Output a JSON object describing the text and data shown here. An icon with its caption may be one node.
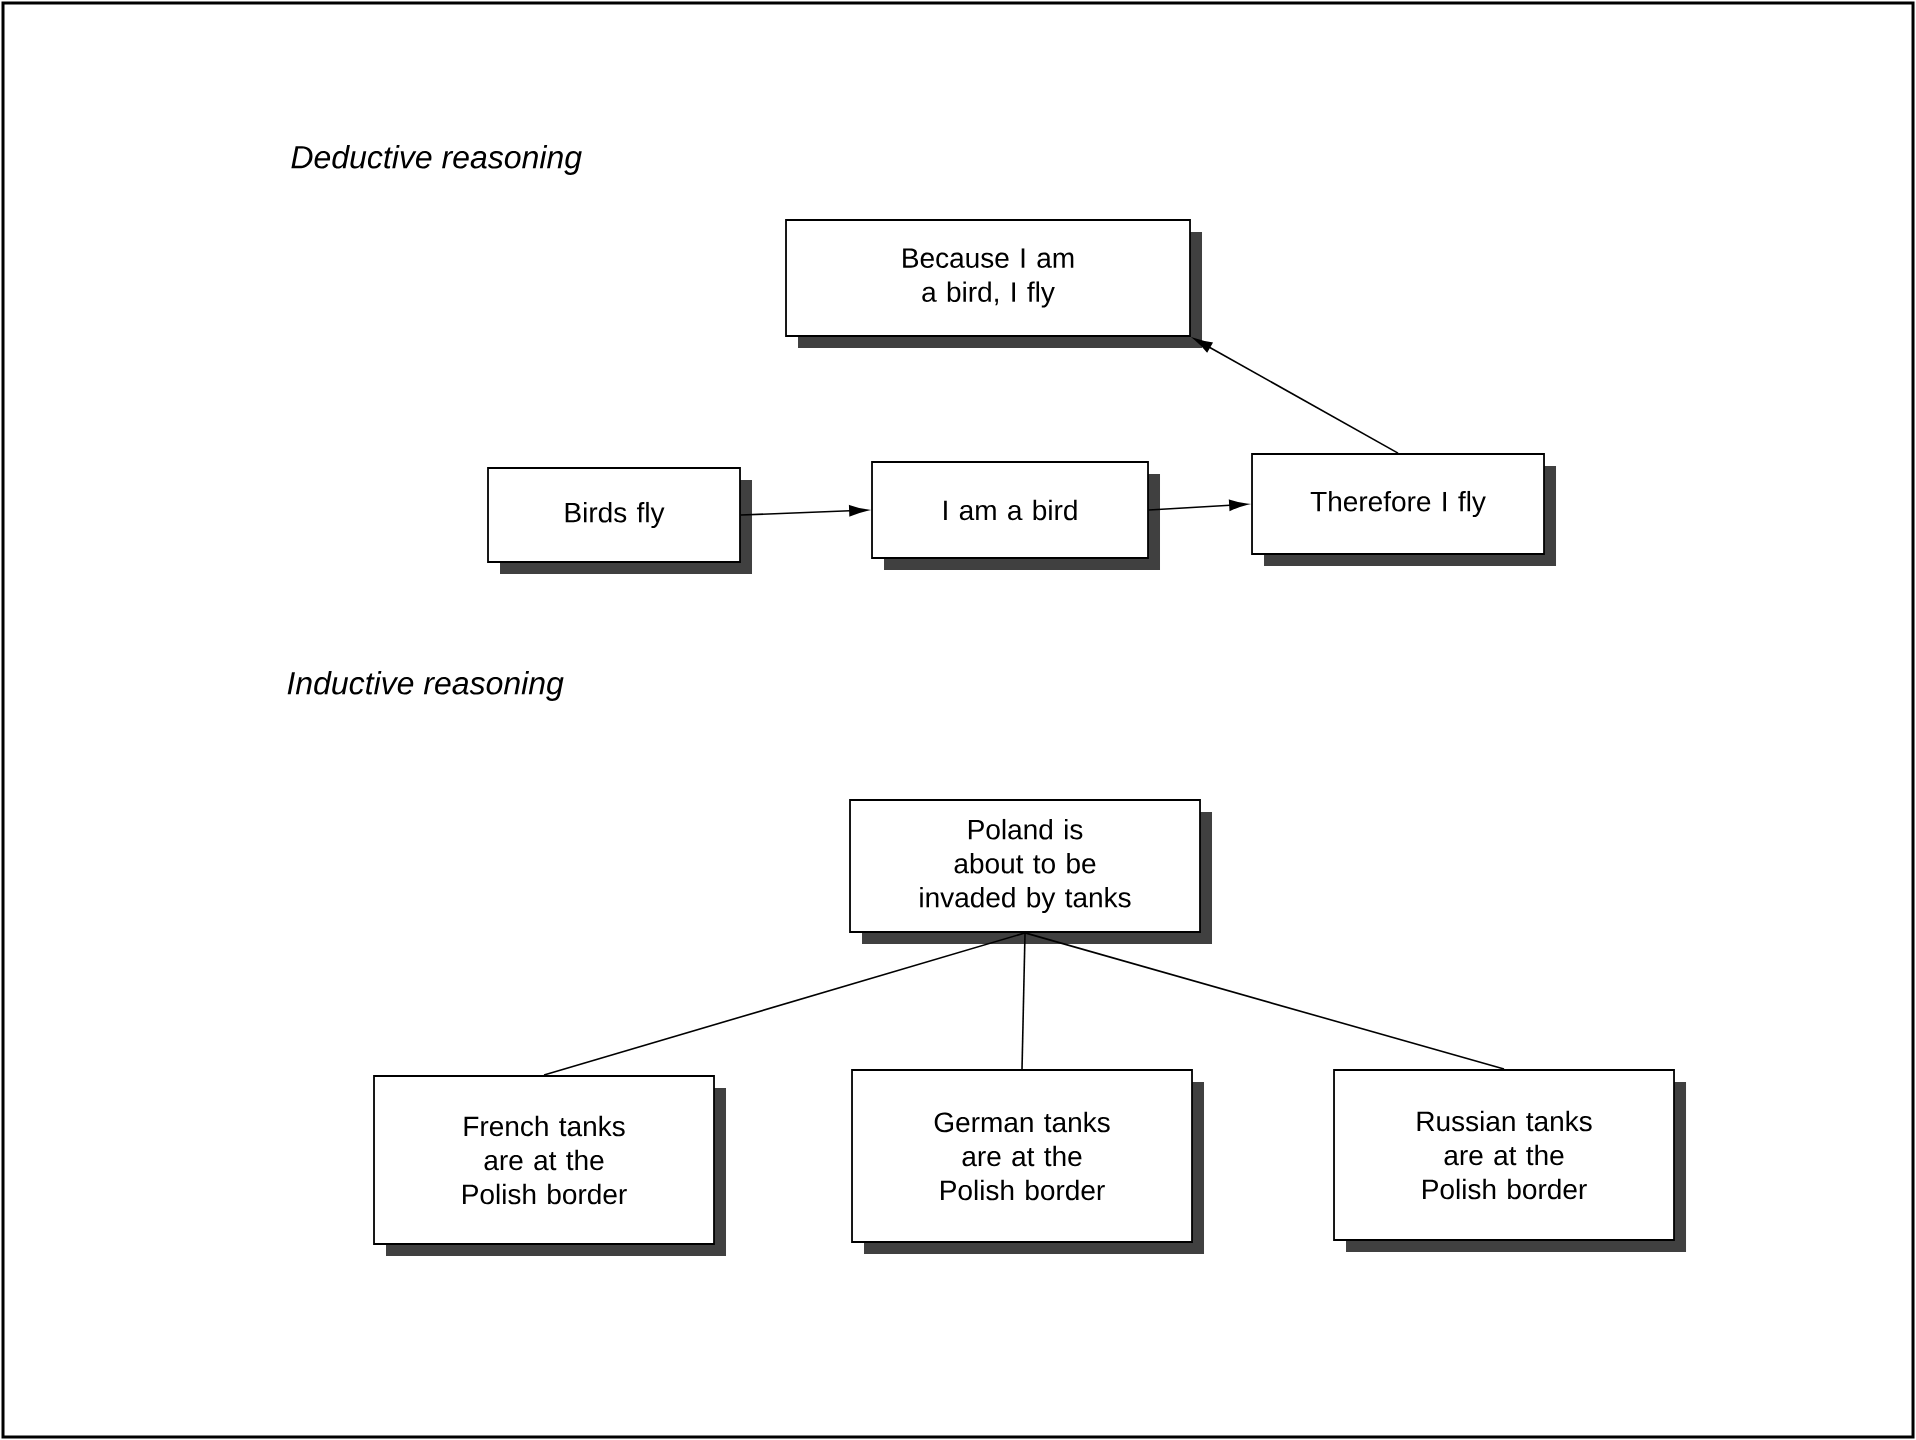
{
  "diagram": {
    "nodes": [
      {
        "text": [
          "Because I am a bird, I fly"
        ]
      },
      {
        "text": [
          "Birds fly"
        ]
      },
      {
        "text": [
          "I am a bird"
        ]
      },
      {
        "text": [
          "Therefore I fly"
        ]
      },
      {
        "text": [
          "Poland is about to be invaded by tanks"
        ]
      },
      {
        "text": [
          "French tanks are at the Polish border"
        ]
      },
      {
        "text": [
          "German tanks are at the Polish border"
        ]
      },
      {
        "text": [
          "Russian tanks are at the Polish border"
        ]
      }
    ],
    "edges": [
      {
        "from": 1,
        "to": 2,
        "arrow": "to"
      },
      {
        "from": 2,
        "to": 3,
        "arrow": "to"
      },
      {
        "from": 3,
        "to": 0,
        "arrow": "to"
      },
      {
        "from": 4,
        "to": 5,
        "arrow": "none"
      },
      {
        "from": 4,
        "to": 6,
        "arrow": "none"
      },
      {
        "from": 4,
        "to": 7,
        "arrow": "none"
      }
    ],
    "labels": [
      "Deductive reasoning",
      "Inductive reasoning"
    ]
  }
}
